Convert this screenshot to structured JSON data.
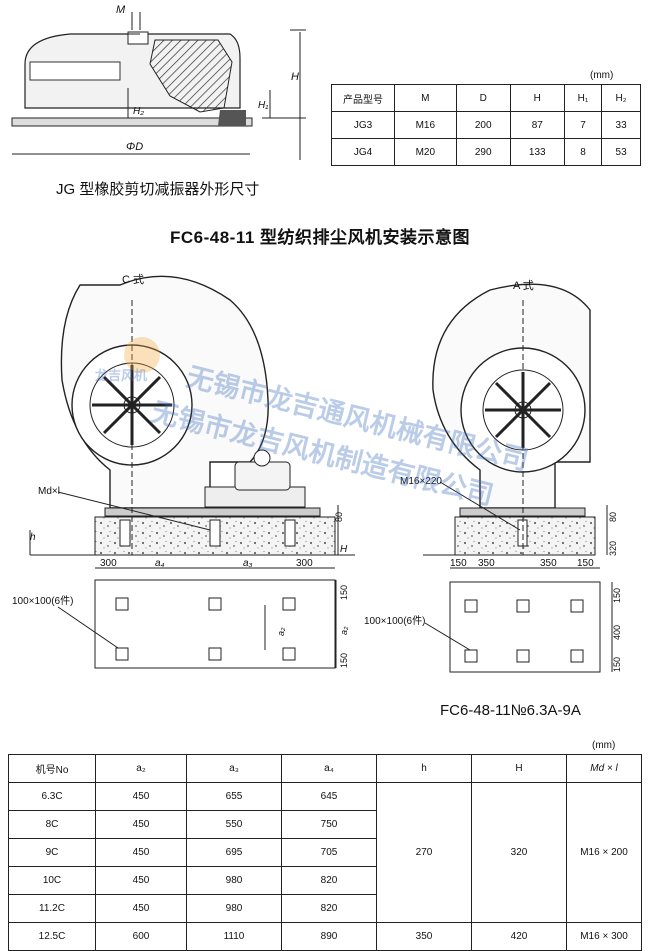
{
  "jg_spec": {
    "unit": "(mm)",
    "headers": [
      "产品型号",
      "M",
      "D",
      "H",
      "H₁",
      "H₂"
    ],
    "rows": [
      [
        "JG3",
        "M16",
        "200",
        "87",
        "7",
        "33"
      ],
      [
        "JG4",
        "M20",
        "290",
        "133",
        "8",
        "53"
      ]
    ],
    "caption": "JG 型橡胶剪切减振器外形尺寸",
    "dim_labels": {
      "m": "M",
      "h": "H",
      "h1": "H₁",
      "h2": "H₂",
      "d": "ΦD"
    }
  },
  "main_title": "FC6-48-11 型纺织排尘风机安装示意图",
  "left_drawing": {
    "style_label": "C 式",
    "bolt_label": "Md×l",
    "h_label": "h",
    "H_label": "H",
    "dim_80": "80",
    "plan_dims_top": [
      "300",
      "a₄",
      "a₃",
      "300"
    ],
    "side_dims": [
      "150",
      "a₂",
      "150"
    ],
    "a2_inner": "a₂",
    "pad_label": "100×100(6件)"
  },
  "right_drawing": {
    "style_label": "A 式",
    "bolt_label": "M16×220",
    "dim_80": "80",
    "dim_320": "320",
    "plan_dims_top": [
      "150",
      "350",
      "350",
      "150"
    ],
    "side_dims": [
      "150",
      "400",
      "150"
    ],
    "pad_label": "100×100(6件)"
  },
  "model_label": "FC6-48-11№6.3A-9A",
  "watermark": {
    "line1": "无锡市龙吉通风机械有限公司",
    "line2": "无锡市龙吉风机制造有限公司",
    "badge": "龙吉风机"
  },
  "main_table": {
    "unit": "(mm)",
    "headers": [
      "机号No",
      "a₂",
      "a₃",
      "a₄",
      "h",
      "H",
      "Md × l"
    ],
    "rows": [
      [
        "6.3C",
        "450",
        "655",
        "645"
      ],
      [
        "8C",
        "450",
        "550",
        "750"
      ],
      [
        "9C",
        "450",
        "695",
        "705"
      ],
      [
        "10C",
        "450",
        "980",
        "820"
      ],
      [
        "11.2C",
        "450",
        "980",
        "820"
      ],
      [
        "12.5C",
        "600",
        "1110",
        "890"
      ]
    ],
    "merged": {
      "h": "270",
      "H": "320",
      "Md": "M16 × 200"
    },
    "last_row_extra": {
      "h": "350",
      "H": "420",
      "Md": "M16 × 300"
    }
  }
}
